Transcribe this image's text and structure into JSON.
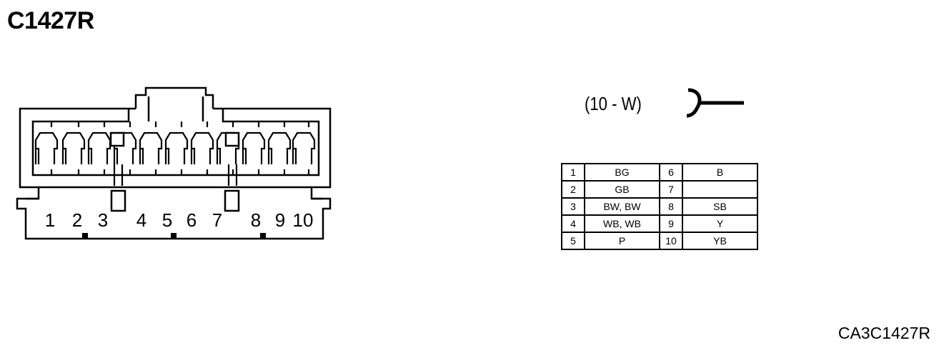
{
  "connector": {
    "title": "C1427R",
    "wire_spec": "(10 - W)",
    "pin_labels": [
      "1",
      "2",
      "3",
      "4",
      "5",
      "6",
      "7",
      "8",
      "9",
      "10"
    ],
    "diagram_code": "CA3C1427R"
  },
  "pin_table": {
    "rows": [
      {
        "left_pin": "1",
        "left_color": "BG",
        "right_pin": "6",
        "right_color": "B"
      },
      {
        "left_pin": "2",
        "left_color": "GB",
        "right_pin": "7",
        "right_color": ""
      },
      {
        "left_pin": "3",
        "left_color": "BW, BW",
        "right_pin": "8",
        "right_color": "SB"
      },
      {
        "left_pin": "4",
        "left_color": "WB, WB",
        "right_pin": "9",
        "right_color": "Y"
      },
      {
        "left_pin": "5",
        "left_color": "P",
        "right_pin": "10",
        "right_color": "YB"
      }
    ]
  }
}
